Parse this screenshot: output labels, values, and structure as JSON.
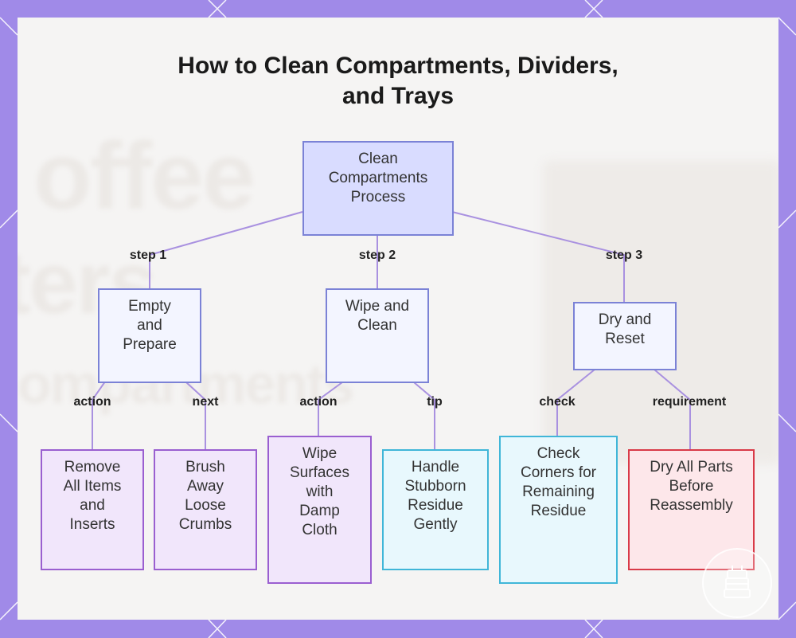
{
  "title": "How to Clean Compartments, Dividers, and Trays",
  "background_text": {
    "line1": "offee",
    "line2": "ters",
    "line3": "ompartments"
  },
  "nodes": {
    "root": "Clean Compartments Process",
    "empty": "Empty and Prepare",
    "wipe": "Wipe and Clean",
    "dry": "Dry and Reset",
    "remove": "Remove All Items and Inserts",
    "brush": "Brush Away Loose Crumbs",
    "surfaces": "Wipe Surfaces with Damp Cloth",
    "stubborn": "Handle Stubborn Residue Gently",
    "corners": "Check Corners for Remaining Residue",
    "dryall": "Dry All Parts Before Reassembly"
  },
  "edge_labels": {
    "step1": "step 1",
    "step2": "step 2",
    "step3": "step 3",
    "action1": "action",
    "next": "next",
    "action2": "action",
    "tip": "tip",
    "check": "check",
    "requirement": "requirement"
  },
  "colors": {
    "frame": "#a08ae8",
    "edge": "#a991e0",
    "root_fill": "#d9dcff",
    "step_fill": "#f3f5ff",
    "purple_leaf": "#f1e6fb",
    "cyan_leaf": "#e8f8fd",
    "red_leaf": "#fde7ea"
  },
  "icons": {
    "badge": "coffee-maker-icon"
  }
}
